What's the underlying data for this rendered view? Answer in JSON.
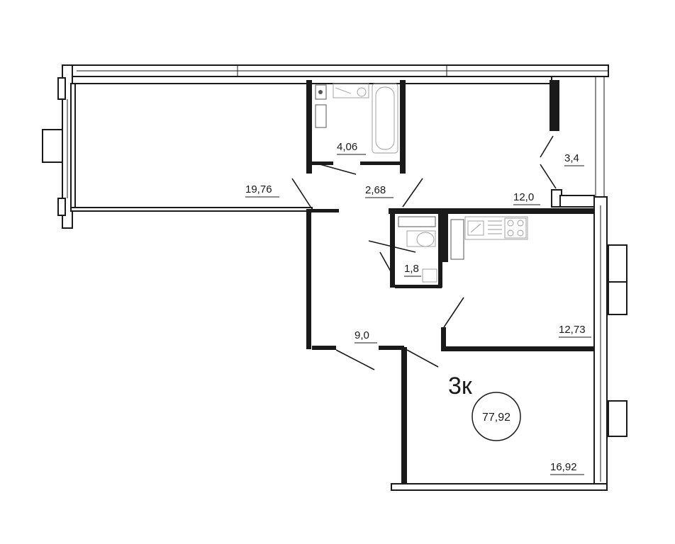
{
  "plan": {
    "apartment_type": "3к",
    "total_area": "77,92",
    "rooms": [
      {
        "id": "living-room",
        "area": "19,76"
      },
      {
        "id": "bathroom",
        "area": "4,06"
      },
      {
        "id": "corridor",
        "area": "2,68"
      },
      {
        "id": "bedroom",
        "area": "12,0"
      },
      {
        "id": "balcony",
        "area": "3,4"
      },
      {
        "id": "toilet",
        "area": "1,8"
      },
      {
        "id": "hall",
        "area": "9,0"
      },
      {
        "id": "kitchen",
        "area": "12,73"
      },
      {
        "id": "bedroom-2",
        "area": "16,92"
      }
    ]
  }
}
